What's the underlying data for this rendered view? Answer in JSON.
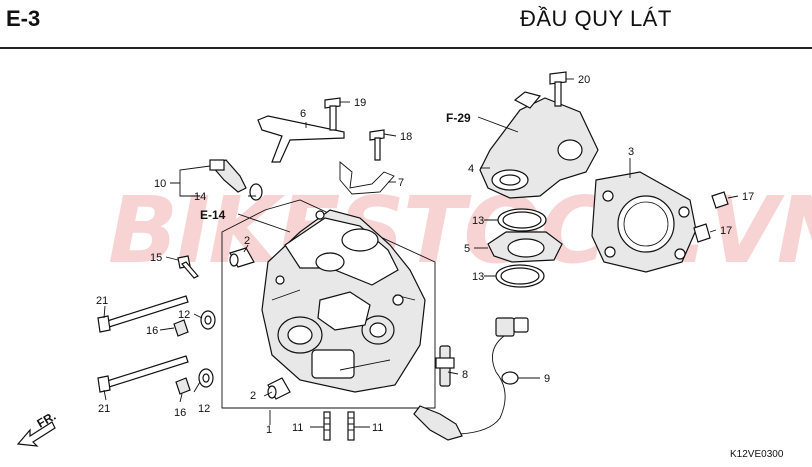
{
  "header": {
    "code": "E-3",
    "title": "ĐẦU QUY LÁT"
  },
  "watermark": "BIKESTOCK.VN",
  "refs": {
    "f29": "F-29",
    "e14": "E-14"
  },
  "labels": {
    "p1": "1",
    "p2a": "2",
    "p2b": "2",
    "p3": "3",
    "p4": "4",
    "p5": "5",
    "p6": "6",
    "p7": "7",
    "p8": "8",
    "p9": "9",
    "p10": "10",
    "p11a": "11",
    "p11b": "11",
    "p12a": "12",
    "p12b": "12",
    "p13a": "13",
    "p13b": "13",
    "p14": "14",
    "p15": "15",
    "p16a": "16",
    "p16b": "16",
    "p17a": "17",
    "p17b": "17",
    "p18": "18",
    "p19": "19",
    "p20": "20",
    "p21a": "21",
    "p21b": "21"
  },
  "fr_label": "FR.",
  "diagram_code": "K12VE0300",
  "colors": {
    "watermark": "#e23a3a",
    "line": "#111111"
  }
}
